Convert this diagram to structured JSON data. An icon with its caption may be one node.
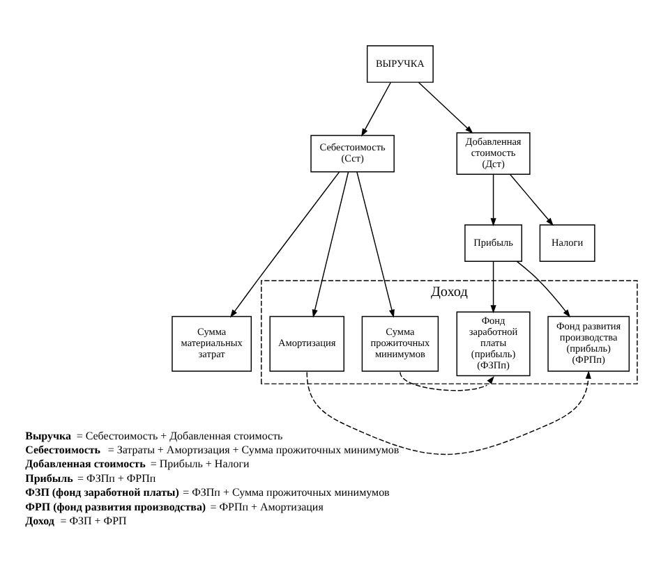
{
  "diagram": {
    "nodes": [
      {
        "text": [
          "ВЫРУЧКА"
        ]
      },
      {
        "text": [
          "Себестоимость (Сст)"
        ]
      },
      {
        "text": [
          "Добавленная стоимость (Дст)"
        ]
      },
      {
        "text": [
          "Прибыль"
        ]
      },
      {
        "text": [
          "Налоги"
        ]
      },
      {
        "text": [
          "Сумма материальных затрат"
        ]
      },
      {
        "text": [
          "Доход"
        ]
      },
      {
        "text": [
          "Амортизация"
        ],
        "in": 6
      },
      {
        "text": [
          "Сумма прожиточных минимумов"
        ],
        "in": 6
      },
      {
        "text": [
          "Фонд заработной платы (прибыль) (ФЗПп)"
        ],
        "in": 6
      },
      {
        "text": [
          "Фонд развития производства (прибыль) (ФРПп)"
        ],
        "in": 6
      }
    ],
    "edges": [
      {
        "from": 0,
        "to": 1,
        "arrow": "to"
      },
      {
        "from": 0,
        "to": 2,
        "arrow": "to"
      },
      {
        "from": 1,
        "to": 5,
        "arrow": "to"
      },
      {
        "from": 1,
        "to": 7,
        "arrow": "to"
      },
      {
        "from": 1,
        "to": 8,
        "arrow": "to"
      },
      {
        "from": 2,
        "to": 3,
        "arrow": "to"
      },
      {
        "from": 2,
        "to": 4,
        "arrow": "to"
      },
      {
        "from": 3,
        "to": 9,
        "arrow": "to"
      },
      {
        "from": 3,
        "to": 10,
        "arrow": "to"
      },
      {
        "from": 8,
        "to": 9,
        "arrow": "to",
        "style": "dashed"
      },
      {
        "from": 7,
        "to": 10,
        "arrow": "to",
        "style": "dashed"
      }
    ],
    "labels": [
      "**Выручка** = Себестоимость + Добавленная стоимость",
      "**Себестоимость** = Затраты + Амортизация + Сумма прожиточных минимумов",
      "**Добавленная стоимость** = Прибыль + Налоги",
      "**Прибыль** = ФЗПп + ФРПп",
      "**ФЗП (фонд заработной платы)** = ФЗПп + Сумма прожиточных минимумов",
      "**ФРП (фонд развития производства)** = ФРПп + Амортизация",
      "**Доход** = ФЗП + ФРП"
    ]
  }
}
